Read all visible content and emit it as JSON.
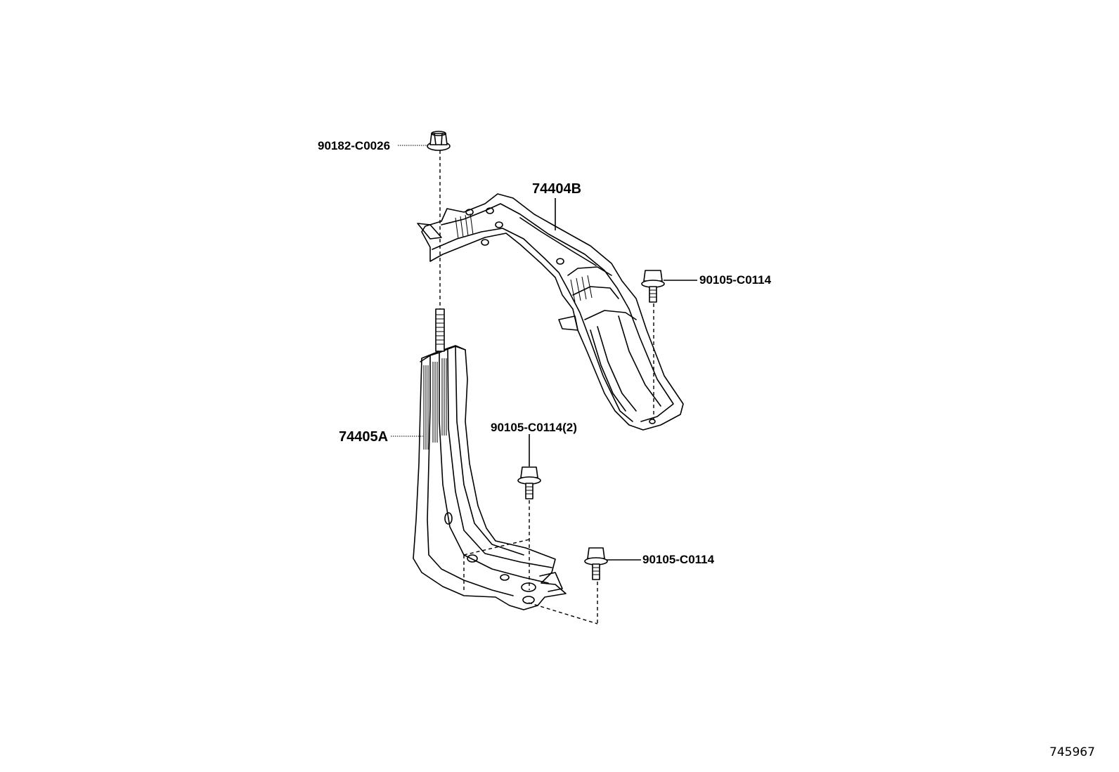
{
  "labels": {
    "nut_top": "90182-C0026",
    "bracket_upper": "74404B",
    "bolt_right_upper": "90105-C0114",
    "bracket_lower": "74405A",
    "bolt_middle": "90105-C0114(2)",
    "bolt_right_lower": "90105-C0114"
  },
  "figure_id": "745967"
}
